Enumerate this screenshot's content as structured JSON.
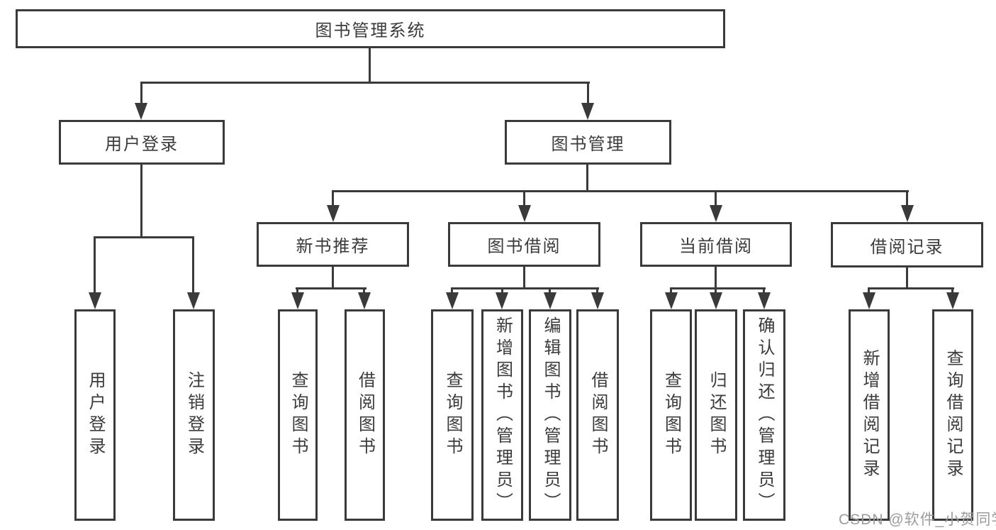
{
  "diagram_type": "hierarchy-tree",
  "tree": {
    "root": {
      "label": "图书管理系统"
    },
    "user_login": {
      "label": "用户登录",
      "children": {
        "login": {
          "label": "用户登录"
        },
        "logout": {
          "label": "注销登录"
        }
      }
    },
    "book_mgmt": {
      "label": "图书管理",
      "children": {
        "new_book": {
          "label": "新书推荐",
          "children": {
            "query": {
              "label": "查询图书"
            },
            "borrow": {
              "label": "借阅图书"
            }
          }
        },
        "borrowing": {
          "label": "图书借阅",
          "children": {
            "query": {
              "label": "查询图书"
            },
            "add": {
              "label": "新增图书（管理员）"
            },
            "edit": {
              "label": "编辑图书（管理员）"
            },
            "borrow": {
              "label": "借阅图书"
            }
          }
        },
        "current": {
          "label": "当前借阅",
          "children": {
            "query": {
              "label": "查询图书"
            },
            "return": {
              "label": "归还图书"
            },
            "confirm": {
              "label": "确认归还（管理员）"
            }
          }
        },
        "records": {
          "label": "借阅记录",
          "children": {
            "add": {
              "label": "新增借阅记录"
            },
            "query": {
              "label": "查询借阅记录"
            }
          }
        }
      }
    }
  },
  "watermark": "CSDN @软件_小贺同学",
  "colors": {
    "line": "#3a3a3a",
    "text": "#3b3b3b",
    "watermark": "#9c9c9c",
    "background": "#ffffff"
  }
}
